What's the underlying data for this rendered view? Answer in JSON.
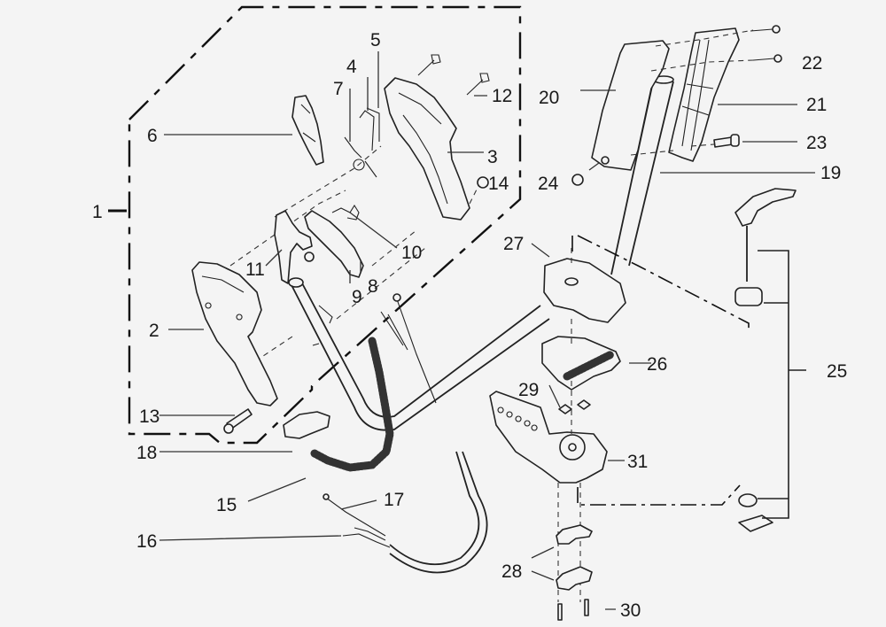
{
  "diagram": {
    "type": "exploded-parts-view",
    "colors": {
      "background": "#f4f4f4",
      "line": "#222222"
    },
    "labels": [
      {
        "id": "1",
        "text": "1"
      },
      {
        "id": "2",
        "text": "2"
      },
      {
        "id": "3",
        "text": "3"
      },
      {
        "id": "4",
        "text": "4"
      },
      {
        "id": "5",
        "text": "5"
      },
      {
        "id": "6",
        "text": "6"
      },
      {
        "id": "7",
        "text": "7"
      },
      {
        "id": "8",
        "text": "8"
      },
      {
        "id": "9",
        "text": "9"
      },
      {
        "id": "10",
        "text": "10"
      },
      {
        "id": "11",
        "text": "11"
      },
      {
        "id": "12",
        "text": "12"
      },
      {
        "id": "13",
        "text": "13"
      },
      {
        "id": "14",
        "text": "14"
      },
      {
        "id": "15",
        "text": "15"
      },
      {
        "id": "16",
        "text": "16"
      },
      {
        "id": "17",
        "text": "17"
      },
      {
        "id": "18",
        "text": "18"
      },
      {
        "id": "19",
        "text": "19"
      },
      {
        "id": "20",
        "text": "20"
      },
      {
        "id": "21",
        "text": "21"
      },
      {
        "id": "22",
        "text": "22"
      },
      {
        "id": "23",
        "text": "23"
      },
      {
        "id": "24",
        "text": "24"
      },
      {
        "id": "25",
        "text": "25"
      },
      {
        "id": "26",
        "text": "26"
      },
      {
        "id": "27",
        "text": "27"
      },
      {
        "id": "28",
        "text": "28"
      },
      {
        "id": "29",
        "text": "29"
      },
      {
        "id": "30",
        "text": "30"
      },
      {
        "id": "31",
        "text": "31"
      }
    ]
  }
}
